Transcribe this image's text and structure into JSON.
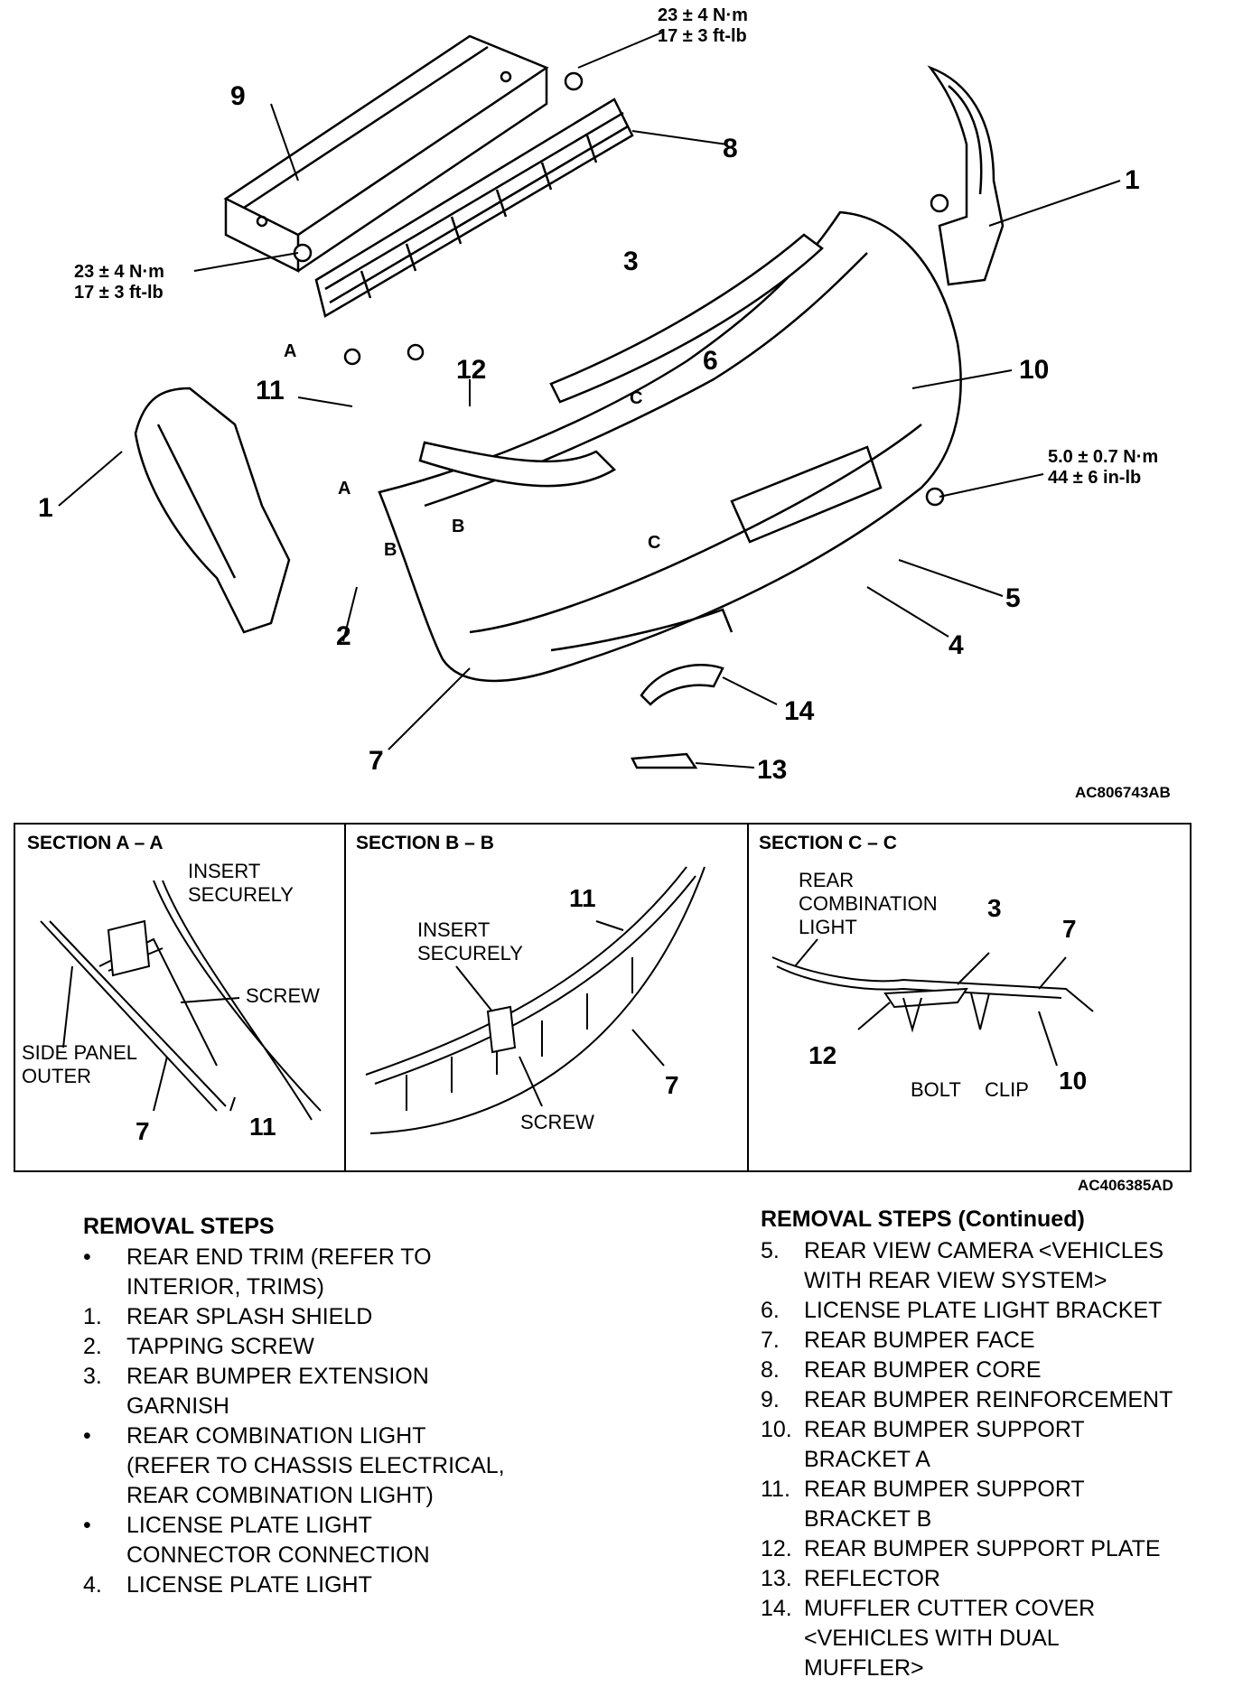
{
  "figure_codes": {
    "top": "AC806743AB",
    "sections": "AC406385AD"
  },
  "torques": {
    "t_top": [
      "23 ± 4 N·m",
      "17 ± 3 ft-lb"
    ],
    "t_left": [
      "23 ± 4 N·m",
      "17 ± 3 ft-lb"
    ],
    "t_right": [
      "5.0 ± 0.7 N·m",
      "44 ± 6 in-lb"
    ]
  },
  "callouts": {
    "c9": "9",
    "c8": "8",
    "c1r": "1",
    "c3": "3",
    "c12": "12",
    "c6": "6",
    "c10": "10",
    "c11": "11",
    "c1l": "1",
    "c2": "2",
    "c5": "5",
    "c4": "4",
    "c14": "14",
    "c7": "7",
    "c13": "13",
    "secA1": "A",
    "secA2": "A",
    "secB1": "B",
    "secB2": "B",
    "secC1": "C",
    "secC2": "C"
  },
  "sections": {
    "a": {
      "title": "SECTION A – A",
      "insert": [
        "INSERT",
        "SECURELY"
      ],
      "screw": "SCREW",
      "side": [
        "SIDE PANEL",
        "OUTER"
      ],
      "n7": "7",
      "n11": "11"
    },
    "b": {
      "title": "SECTION B – B",
      "insert": [
        "INSERT",
        "SECURELY"
      ],
      "screw": "SCREW",
      "n11": "11",
      "n7": "7"
    },
    "c": {
      "title": "SECTION C – C",
      "rear": [
        "REAR",
        "COMBINATION",
        "LIGHT"
      ],
      "n3": "3",
      "n7": "7",
      "n12": "12",
      "n10": "10",
      "bolt": "BOLT",
      "clip": "CLIP"
    }
  },
  "removal": {
    "title": "REMOVAL STEPS",
    "title_cont": "REMOVAL STEPS (Continued)",
    "left": [
      {
        "mark": "•",
        "lines": [
          "REAR END TRIM (REFER TO",
          "INTERIOR, TRIMS)"
        ]
      },
      {
        "mark": "1.",
        "lines": [
          "REAR SPLASH SHIELD"
        ]
      },
      {
        "mark": "2.",
        "lines": [
          "TAPPING SCREW"
        ]
      },
      {
        "mark": "3.",
        "lines": [
          "REAR BUMPER EXTENSION",
          "GARNISH"
        ]
      },
      {
        "mark": "•",
        "lines": [
          "REAR COMBINATION LIGHT",
          "(REFER TO  CHASSIS ELECTRICAL,",
          "REAR COMBINATION LIGHT)"
        ]
      },
      {
        "mark": "•",
        "lines": [
          "LICENSE PLATE LIGHT",
          "CONNECTOR CONNECTION"
        ]
      },
      {
        "mark": "4.",
        "lines": [
          "LICENSE PLATE LIGHT"
        ]
      }
    ],
    "right": [
      {
        "mark": "5.",
        "lines": [
          "REAR VIEW CAMERA <VEHICLES",
          "WITH REAR VIEW SYSTEM>"
        ]
      },
      {
        "mark": "6.",
        "lines": [
          "LICENSE PLATE LIGHT BRACKET"
        ]
      },
      {
        "mark": "7.",
        "lines": [
          "REAR BUMPER FACE"
        ]
      },
      {
        "mark": "8.",
        "lines": [
          "REAR BUMPER CORE"
        ]
      },
      {
        "mark": "9.",
        "lines": [
          "REAR BUMPER REINFORCEMENT"
        ]
      },
      {
        "mark": "10.",
        "lines": [
          "REAR BUMPER SUPPORT",
          "BRACKET A"
        ]
      },
      {
        "mark": "11.",
        "lines": [
          "REAR BUMPER SUPPORT",
          "BRACKET B"
        ]
      },
      {
        "mark": "12.",
        "lines": [
          "REAR BUMPER SUPPORT PLATE"
        ]
      },
      {
        "mark": "13.",
        "lines": [
          "REFLECTOR"
        ]
      },
      {
        "mark": "14.",
        "lines": [
          "MUFFLER CUTTER COVER",
          "<VEHICLES WITH DUAL",
          "MUFFLER>"
        ]
      }
    ]
  }
}
